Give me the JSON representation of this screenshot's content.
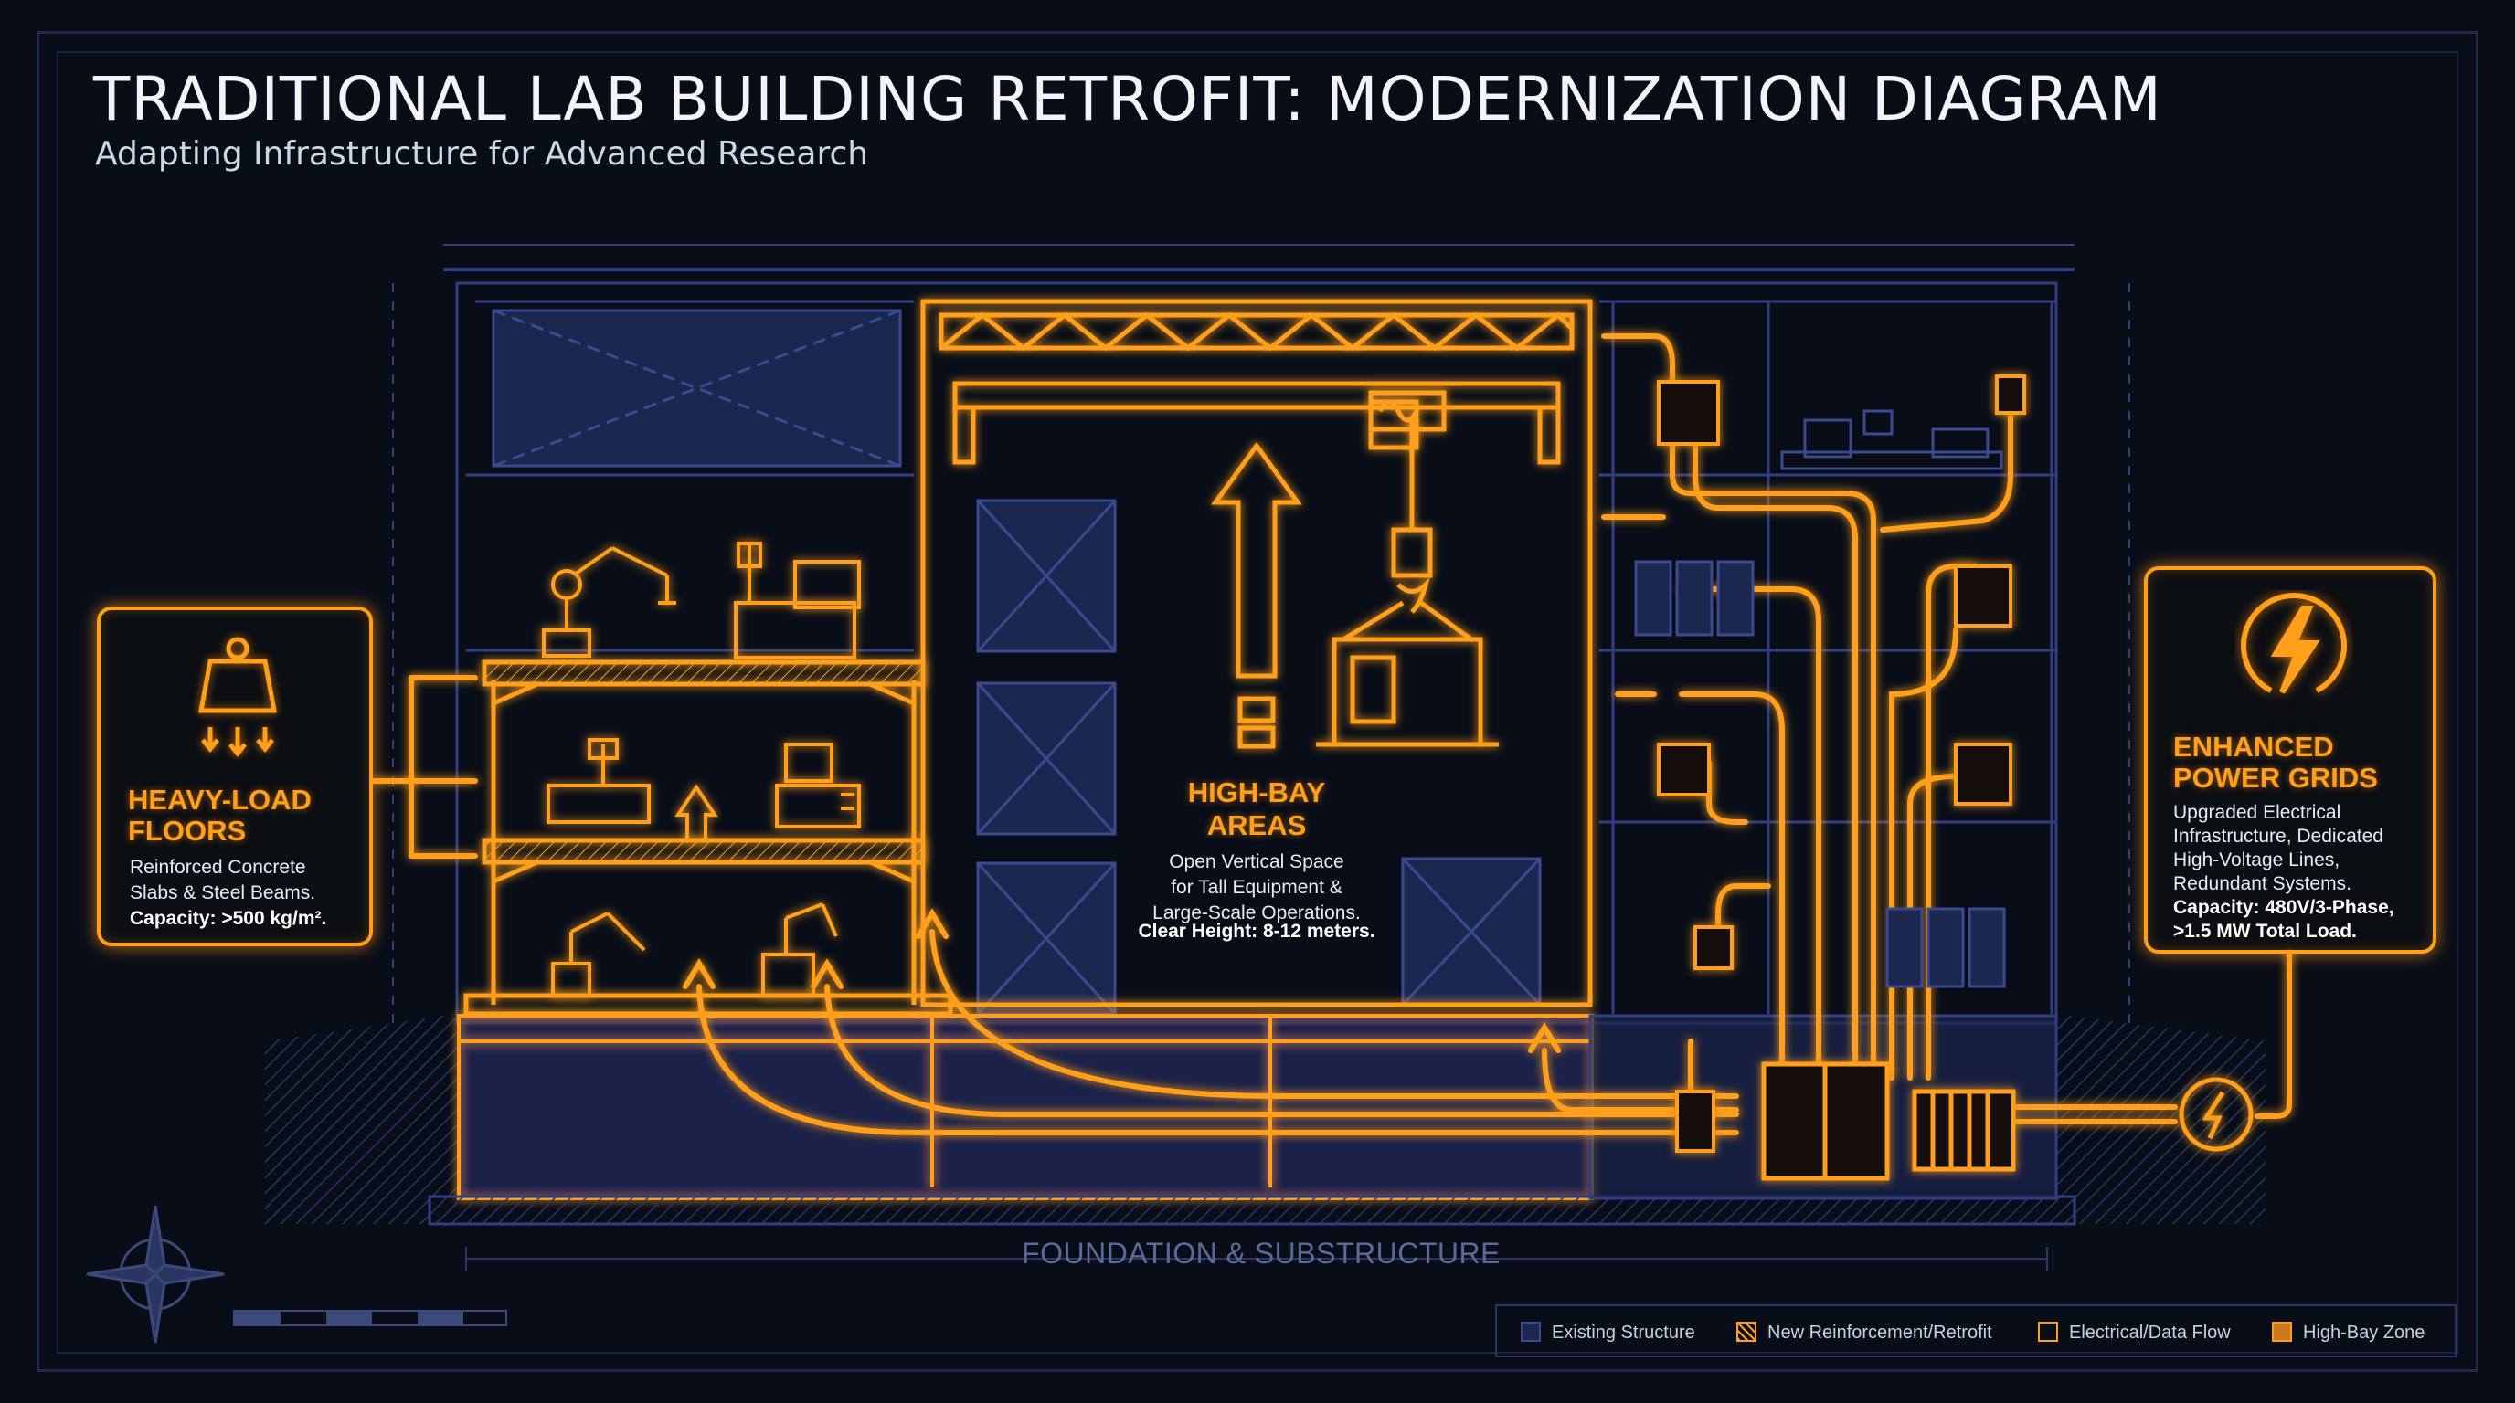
{
  "header": {
    "title": "TRADITIONAL LAB BUILDING RETROFIT: MODERNIZATION DIAGRAM",
    "subtitle": "Adapting Infrastructure for Advanced Research"
  },
  "callouts": {
    "heavy_load": {
      "heading_line1": "HEAVY-LOAD",
      "heading_line2": "FLOORS",
      "text_line1": "Reinforced Concrete",
      "text_line2": "Slabs & Steel Beams.",
      "text_bold": "Capacity: >500 kg/m².",
      "icon": "weight-icon"
    },
    "high_bay": {
      "heading_line1": "HIGH-BAY",
      "heading_line2": "AREAS",
      "text_line1": "Open Vertical Space",
      "text_line2": "for Tall Equipment &",
      "text_line3": "Large-Scale Operations.",
      "text_bold": "Clear Height: 8-12 meters."
    },
    "power": {
      "heading_line1": "ENHANCED",
      "heading_line2": "POWER GRIDS",
      "text_line1": "Upgraded Electrical",
      "text_line2": "Infrastructure, Dedicated",
      "text_line3": "High-Voltage Lines,",
      "text_line4": "Redundant Systems.",
      "text_bold1": "Capacity: 480V/3-Phase,",
      "text_bold2": ">1.5 MW Total Load.",
      "icon": "lightning-bolt-icon"
    }
  },
  "foundation_label": "FOUNDATION & SUBSTRUCTURE",
  "legend": [
    {
      "label": "Existing Structure",
      "color": "#1c2750",
      "style": "solid"
    },
    {
      "label": "New Reinforcement/Retrofit",
      "color": "#ff9f1a",
      "style": "hatched"
    },
    {
      "label": "Electrical/Data Flow",
      "color": "#ff9f1a",
      "style": "outline"
    },
    {
      "label": "High-Bay Zone",
      "color": "#c97a1a",
      "style": "filled"
    }
  ],
  "colors": {
    "background": "#080d18",
    "existing_structure": "#2b3a78",
    "retrofit_orange": "#ff9f1a",
    "text_light": "#e9ecf2"
  },
  "icons": [
    "compass-rose-icon",
    "weight-icon",
    "lightning-bolt-icon",
    "robot-arm-icon",
    "cnc-machine-icon",
    "computer-workstation-icon",
    "overhead-crane-icon",
    "server-rack-icon",
    "electrical-panel-icon",
    "transformer-icon",
    "switchgear-icon"
  ]
}
